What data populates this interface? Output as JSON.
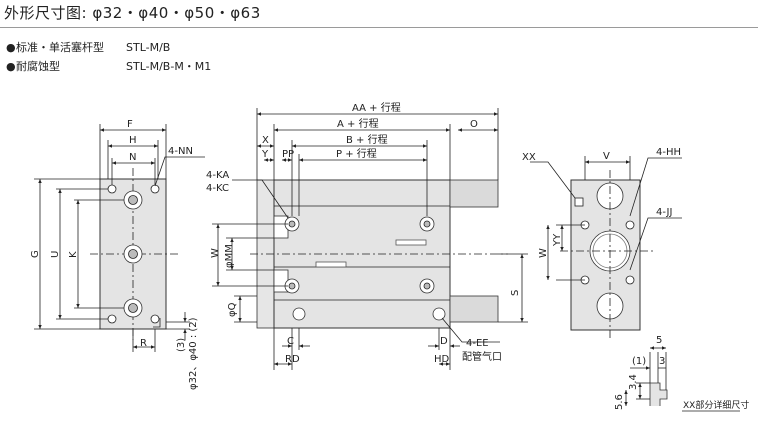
{
  "title": "外形尺寸图: φ32・φ40・φ50・φ63",
  "legend": [
    {
      "bullet": "●",
      "label": "标准・单活塞杆型",
      "code": "STL-M/B"
    },
    {
      "bullet": "●",
      "label": "耐腐蚀型",
      "code": "STL-M/B-M・M1"
    }
  ],
  "dims": {
    "F": "F",
    "H": "H",
    "N": "N",
    "G": "G",
    "U": "U",
    "K": "K",
    "R": "R",
    "NN": "4-NN",
    "KA": "4-KA",
    "KC": "4-KC",
    "AA": "AA + 行程",
    "A": "A + 行程",
    "B": "B + 行程",
    "P": "P + 行程",
    "O": "O",
    "X": "X",
    "Y": "Y",
    "PP": "PP",
    "W": "W",
    "MM": "φMM",
    "Q": "φQ",
    "S": "S",
    "C": "C",
    "RD": "RD",
    "D": "D",
    "HD": "HD",
    "EE": "4-EE",
    "port": "配管气口",
    "bore_note": "φ32、φ40 : (2)",
    "n3": "(3)",
    "XX": "XX",
    "V": "V",
    "HH": "4-HH",
    "JJ": "4-JJ",
    "YY": "YY",
    "W2": "W",
    "d5": "5",
    "d1": "(1)",
    "d3": "3",
    "d34": "3.4",
    "d56": "5.6",
    "detail": "XX部分详细尺寸"
  }
}
